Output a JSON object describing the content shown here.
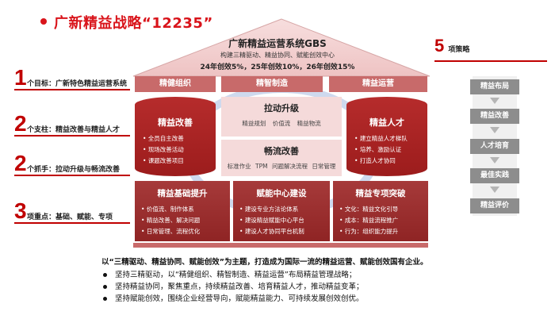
{
  "title": "广新精益战略“12235”",
  "left": [
    {
      "num": "1",
      "text": "个目标：广新特色精益运营系统"
    },
    {
      "num": "2",
      "text": "个支柱：精益改善与精益人才"
    },
    {
      "num": "2",
      "text": "个抓手：拉动升级与畅流改善"
    },
    {
      "num": "3",
      "text": "项重点：基础、赋能、专项"
    }
  ],
  "house": {
    "system_title": "广新精益运营系统GBS",
    "system_sub": "构建三精驱动、精益协同、赋能创效中心",
    "system_targets": "24年创效5%，25年创效10%，26年创效15%",
    "headers": [
      "精健组织",
      "精智制造",
      "精益运营"
    ],
    "left_pillar": {
      "title": "精益改善",
      "items": [
        "全员自主改善",
        "现场改善活动",
        "课题改善项目"
      ]
    },
    "right_pillar": {
      "title": "精益人才",
      "items": [
        "建立精益人才梯队",
        "培养、激励认证",
        "打造人才协同"
      ]
    },
    "middle_top": {
      "title": "拉动升级",
      "items": [
        "精益规划",
        "价值流",
        "精益物流"
      ]
    },
    "middle_bottom": {
      "title": "畅流改善",
      "items": [
        "标准作业",
        "TPM",
        "问题解决流程",
        "日常管理"
      ]
    },
    "base": [
      {
        "title": "精益基础提升",
        "items": [
          "价值流、制作体系",
          "精益改善、解决问题",
          "日常管理、流程优化"
        ]
      },
      {
        "title": "赋能中心建设",
        "items": [
          "建设专业方法论体系",
          "建设精益赋能中心平台",
          "建设人才协同平台机制"
        ]
      },
      {
        "title": "精益专项突破",
        "items": [
          "文化：精益文化引导",
          "成本：精益流程推广",
          "行为：组织能力提升"
        ]
      }
    ]
  },
  "right": {
    "num": "5",
    "text": "项策略",
    "items": [
      "精益布局",
      "精益改善",
      "人才培育",
      "最佳实践",
      "精益评价"
    ]
  },
  "bottom": {
    "intro": "以“三精驱动、精益协同、赋能创效”为主题，打造成为国际一流的精益运营、赋能创效国有企业。",
    "bullets": [
      "坚持三精驱动，以“精健组织、精智制造、精益运营”布局精益管理战略；",
      "坚持精益协同，聚焦重点，持续精益改善、培育精益人才，推动精益变革；",
      "坚持赋能创效，围绕企业经营导向，赋能精益能力、可持续发展创效创优。"
    ]
  },
  "colors": {
    "brand_red": "#d9141b",
    "dark_red": "#9c1c1c",
    "gray": "#8d8d8d"
  }
}
